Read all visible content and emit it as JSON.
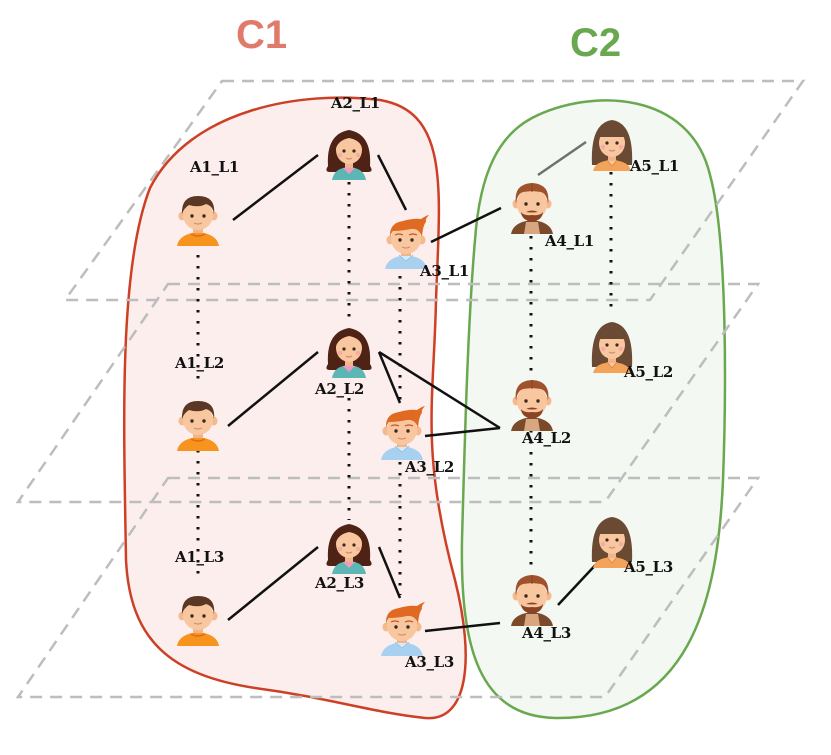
{
  "diagram": {
    "type": "multilayer-network",
    "colors": {
      "c1_stroke": "#cc4125",
      "c1_fill": "#fdeeee",
      "c1_title": "#e07b6c",
      "c2_stroke": "#6aa84f",
      "c2_fill": "#f3f8f3",
      "c2_title": "#6aa84f",
      "plane_stroke": "#bdbdbd",
      "edge": "#111111"
    },
    "clusters": [
      {
        "id": "C1",
        "label": "C1",
        "members": [
          "A1",
          "A2",
          "A3"
        ]
      },
      {
        "id": "C2",
        "label": "C2",
        "members": [
          "A4",
          "A5"
        ]
      }
    ],
    "layers": [
      "L1",
      "L2",
      "L3"
    ],
    "nodes": {
      "A1_L1": {
        "label": "A1_L1",
        "avatar": "boy-orange-shirt-icon"
      },
      "A2_L1": {
        "label": "A2_L1",
        "avatar": "girl-brown-hair-icon"
      },
      "A3_L1": {
        "label": "A3_L1",
        "avatar": "boy-red-hair-icon"
      },
      "A4_L1": {
        "label": "A4_L1",
        "avatar": "man-beard-icon"
      },
      "A5_L1": {
        "label": "A5_L1",
        "avatar": "woman-bangs-icon"
      },
      "A1_L2": {
        "label": "A1_L2",
        "avatar": "boy-orange-shirt-icon"
      },
      "A2_L2": {
        "label": "A2_L2",
        "avatar": "girl-brown-hair-icon"
      },
      "A3_L2": {
        "label": "A3_L2",
        "avatar": "boy-red-hair-icon"
      },
      "A4_L2": {
        "label": "A4_L2",
        "avatar": "man-beard-icon"
      },
      "A5_L2": {
        "label": "A5_L2",
        "avatar": "woman-bangs-icon"
      },
      "A1_L3": {
        "label": "A1_L3",
        "avatar": "boy-orange-shirt-icon"
      },
      "A2_L3": {
        "label": "A2_L3",
        "avatar": "girl-brown-hair-icon"
      },
      "A3_L3": {
        "label": "A3_L3",
        "avatar": "boy-red-hair-icon"
      },
      "A4_L3": {
        "label": "A4_L3",
        "avatar": "man-beard-icon"
      },
      "A5_L3": {
        "label": "A5_L3",
        "avatar": "woman-bangs-icon"
      }
    },
    "intra_layer_edges": [
      [
        "A1_L1",
        "A2_L1"
      ],
      [
        "A2_L1",
        "A3_L1"
      ],
      [
        "A3_L1",
        "A4_L1"
      ],
      [
        "A4_L1",
        "A5_L1"
      ],
      [
        "A1_L2",
        "A2_L2"
      ],
      [
        "A2_L2",
        "A3_L2"
      ],
      [
        "A2_L2",
        "A4_L2"
      ],
      [
        "A3_L2",
        "A4_L2"
      ],
      [
        "A1_L3",
        "A2_L3"
      ],
      [
        "A2_L3",
        "A3_L3"
      ],
      [
        "A3_L3",
        "A4_L3"
      ],
      [
        "A4_L3",
        "A5_L3"
      ]
    ],
    "inter_layer_edges": [
      [
        "A1_L1",
        "A1_L2"
      ],
      [
        "A1_L2",
        "A1_L3"
      ],
      [
        "A2_L1",
        "A2_L2"
      ],
      [
        "A2_L2",
        "A2_L3"
      ],
      [
        "A3_L1",
        "A3_L2"
      ],
      [
        "A3_L2",
        "A3_L3"
      ],
      [
        "A4_L1",
        "A4_L2"
      ],
      [
        "A4_L2",
        "A4_L3"
      ],
      [
        "A5_L1",
        "A5_L2"
      ]
    ]
  }
}
